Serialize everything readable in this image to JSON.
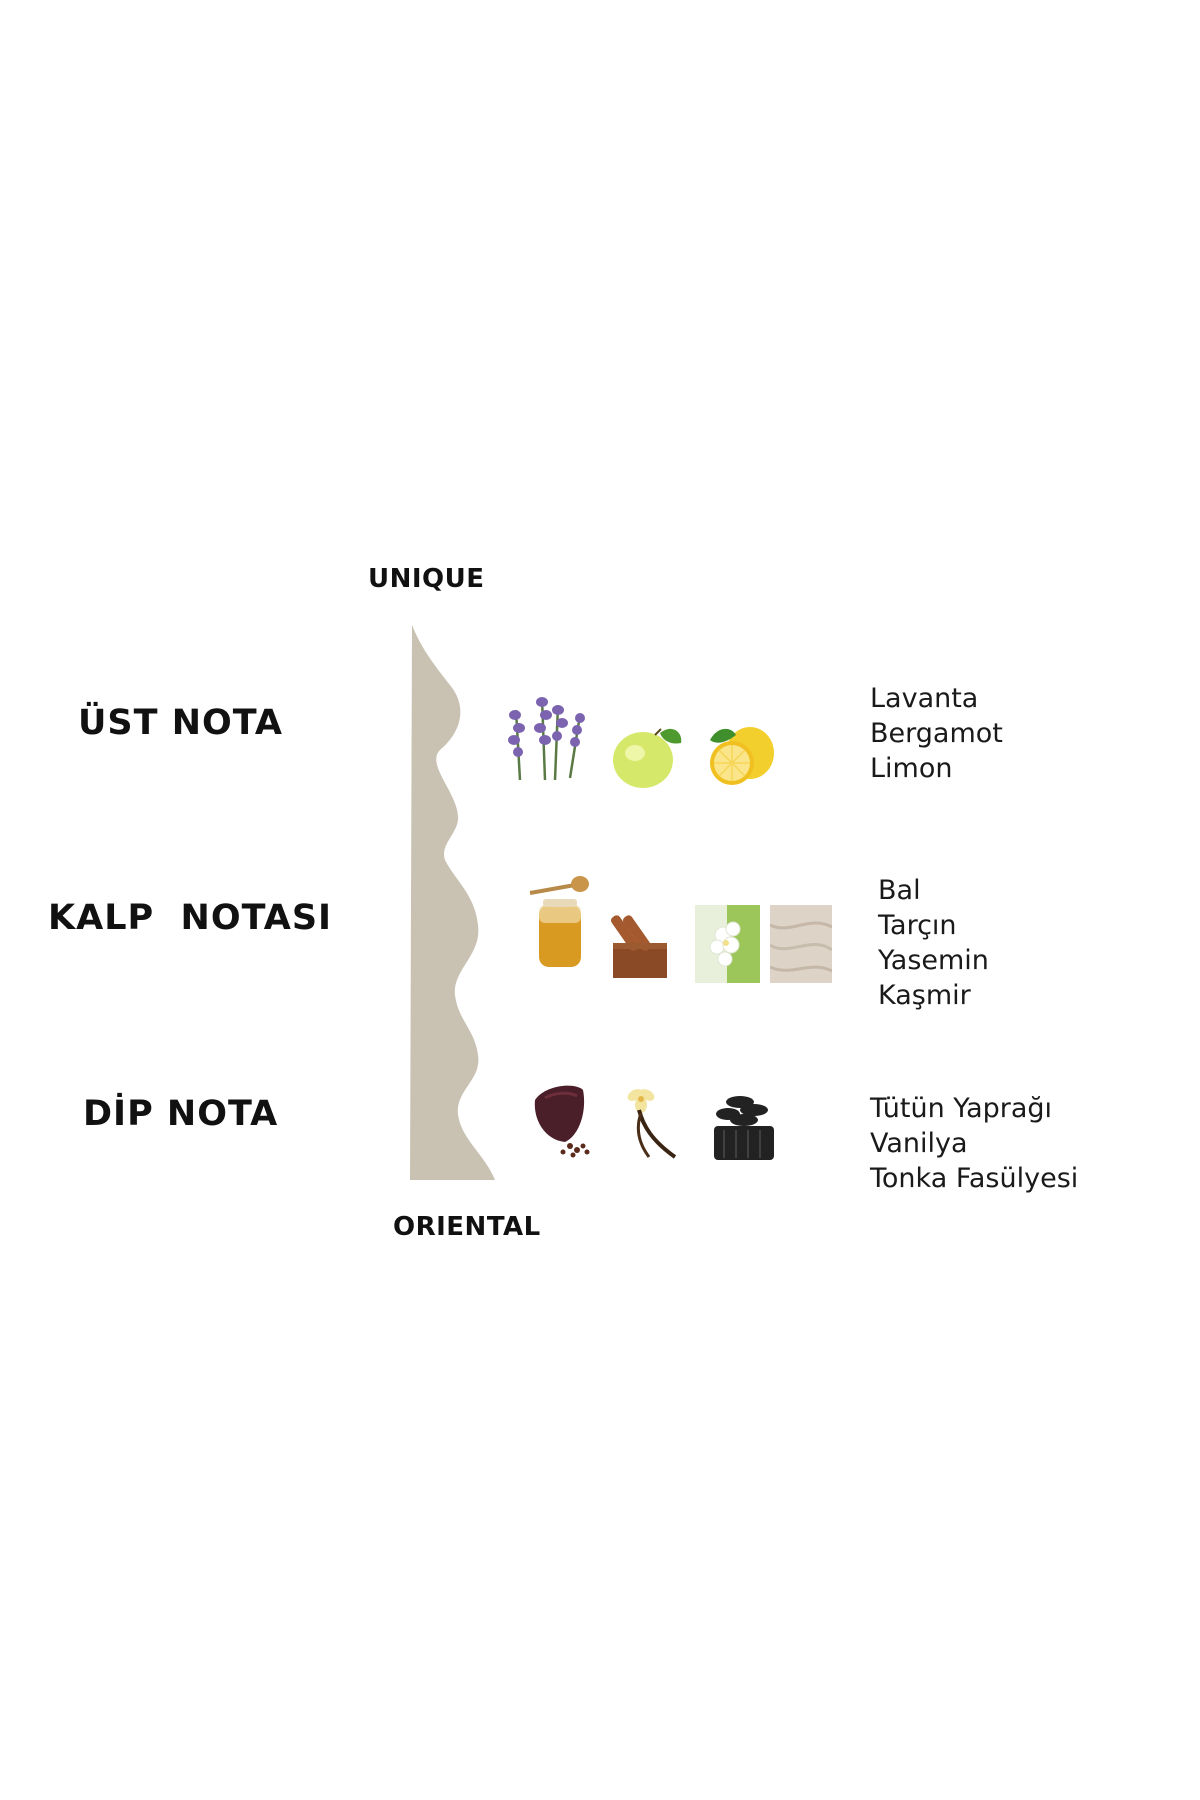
{
  "top_label": "UNIQUE",
  "bottom_label": "ORIENTAL",
  "wave_color": "#c9c2b3",
  "tiers": [
    {
      "label": "ÜST NOTA",
      "icons": [
        "lavender-icon",
        "bergamot-icon",
        "lemon-icon"
      ],
      "notes": [
        "Lavanta",
        "Bergamot",
        "Limon"
      ]
    },
    {
      "label": "KALP  NOTASI",
      "icons": [
        "honey-jar-icon",
        "cinnamon-icon",
        "jasmine-icon",
        "cashmere-icon"
      ],
      "notes": [
        "Bal",
        "Tarçın",
        "Yasemin",
        "Kaşmir"
      ]
    },
    {
      "label": "DİP NOTA",
      "icons": [
        "tobacco-leaf-icon",
        "vanilla-icon",
        "tonka-bean-icon"
      ],
      "notes": [
        "Tütün Yaprağı",
        "Vanilya",
        "Tonka Fasülyesi"
      ]
    }
  ]
}
